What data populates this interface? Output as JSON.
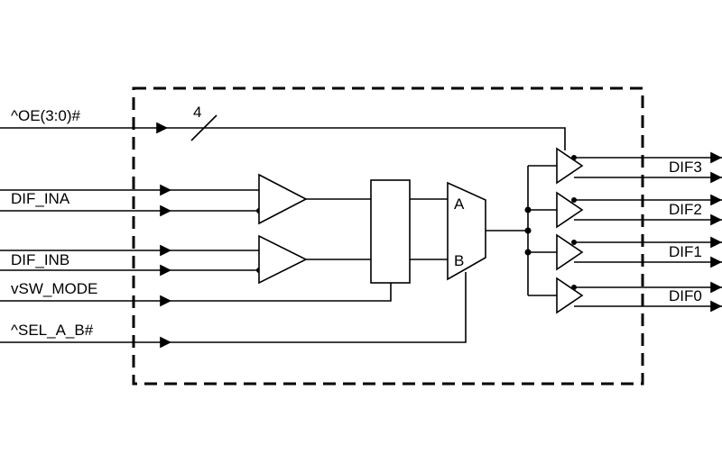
{
  "signals": {
    "oe": "^OE(3:0)#",
    "bus_width": "4",
    "dif_ina": "DIF_INA",
    "dif_inb": "DIF_INB",
    "vsw_mode": "vSW_MODE",
    "sel_a_b": "^SEL_A_B#"
  },
  "mux": {
    "input_a": "A",
    "input_b": "B"
  },
  "outputs": [
    "DIF3",
    "DIF2",
    "DIF1",
    "DIF0"
  ]
}
